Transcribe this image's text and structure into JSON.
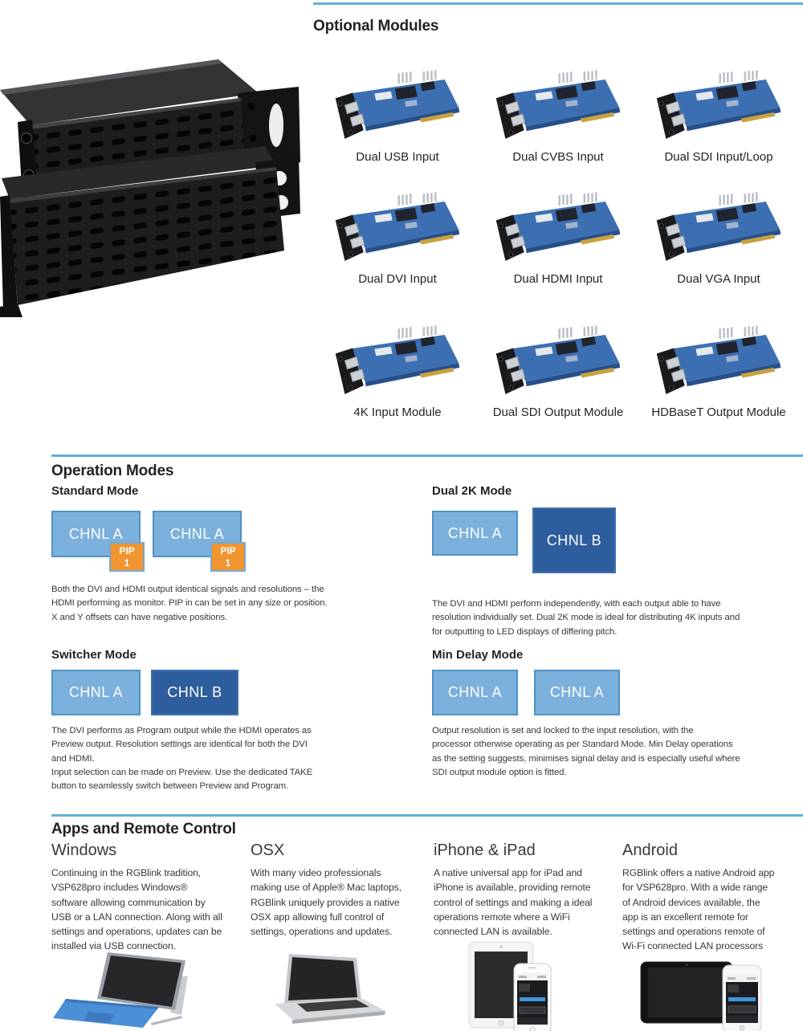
{
  "optional_modules": {
    "title": "Optional Modules",
    "items": [
      {
        "label": "Dual USB Input"
      },
      {
        "label": "Dual CVBS Input"
      },
      {
        "label": "Dual SDI Input/Loop"
      },
      {
        "label": "Dual DVI Input"
      },
      {
        "label": "Dual HDMI Input"
      },
      {
        "label": "Dual VGA Input"
      },
      {
        "label": "4K Input Module"
      },
      {
        "label": "Dual SDI Output Module"
      },
      {
        "label": "HDBaseT Output Module"
      }
    ]
  },
  "operation_modes": {
    "title": "Operation Modes",
    "box_labels": {
      "chnl_a": "CHNL A",
      "chnl_b": "CHNL B",
      "pip_line1": "PIP",
      "pip_line2": "1"
    },
    "modes": [
      {
        "name": "Standard Mode",
        "description": "Both the DVI and HDMI output identical signals and resolutions – the\nHDMI performing as monitor. PIP in can be set in any size or position.\nX and Y offsets can have negative positions."
      },
      {
        "name": "Dual 2K Mode",
        "description": "The DVI and HDMI perform independently, with each output able to have\nresolution individually set. Dual 2K mode is ideal for distributing 4K inputs and\nfor outputting to LED displays of differing pitch."
      },
      {
        "name": "Switcher Mode",
        "description": "The DVI performs as Program output while the HDMI operates as\nPreview output. Resolution settings are identical for both the DVI\nand HDMI.\nInput selection can be made on Preview. Use the dedicated TAKE\nbutton to seamlessly switch between Preview and Program."
      },
      {
        "name": "Min Delay Mode",
        "description": "Output resolution is set and locked to the input resolution, with the\nprocessor otherwise operating as per Standard Mode. Min Delay operations\nas the setting suggests, minimises signal delay and is especially useful where\nSDI output module option is fitted."
      }
    ]
  },
  "apps": {
    "title": "Apps and Remote Control",
    "platforms": [
      {
        "name": "Windows",
        "description": "Continuing in the RGBlink tradition,\nVSP628pro includes Windows®\nsoftware allowing communication by\nUSB or a LAN connection. Along with all\nsettings and operations, updates can be\ninstalled via USB connection."
      },
      {
        "name": "OSX",
        "description": "With many video professionals\nmaking use of Apple® Mac laptops,\nRGBlink uniquely provides a native\nOSX app allowing full control of\nsettings, operations and updates."
      },
      {
        "name": "iPhone & iPad",
        "description": "A native universal app for iPad and\niPhone is available, providing remote\ncontrol of settings and making a ideal\noperations remote where a WiFi\nconnected LAN is available."
      },
      {
        "name": "Android",
        "description": "RGBlink offers a native Android app\nfor VSP628pro. With a wide range\nof Android devices available, the\napp is an excellent remote for\nsettings and operations remote of\nWi-Fi connected LAN processors"
      }
    ]
  },
  "colors": {
    "accent_rule": "#62b0da",
    "channel_light": "#7cb0dd",
    "channel_dark": "#2e5d9e",
    "pip_orange": "#f0952f"
  }
}
